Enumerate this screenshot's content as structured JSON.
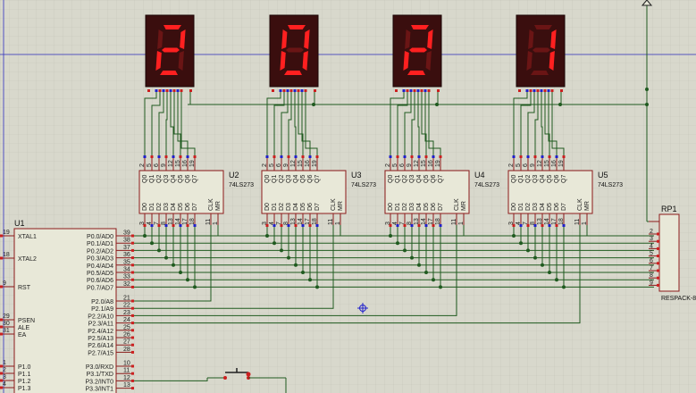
{
  "display_digits": [
    "2",
    "0",
    "2",
    "1"
  ],
  "latches": [
    {
      "ref": "U2",
      "type": "74LS273"
    },
    {
      "ref": "U3",
      "type": "74LS273"
    },
    {
      "ref": "U4",
      "type": "74LS273"
    },
    {
      "ref": "U5",
      "type": "74LS273"
    }
  ],
  "latch_top_pins": [
    "Q0",
    "Q1",
    "Q2",
    "Q3",
    "Q4",
    "Q5",
    "Q6",
    "Q7"
  ],
  "latch_top_nums": [
    "2",
    "5",
    "6",
    "9",
    "12",
    "15",
    "16",
    "19"
  ],
  "latch_bottom_pins": [
    "D0",
    "D1",
    "D2",
    "D3",
    "D4",
    "D5",
    "D6",
    "D7"
  ],
  "latch_bottom_nums": [
    "3",
    "4",
    "7",
    "8",
    "13",
    "14",
    "17",
    "18"
  ],
  "latch_clk": "CLK",
  "latch_mr": "MR",
  "latch_clk_num": "11",
  "latch_mr_num": "1",
  "mcu": {
    "ref": "U1",
    "left_pins": [
      {
        "num": "19",
        "name": "XTAL1"
      },
      {
        "num": "18",
        "name": "XTAL2"
      },
      {
        "num": "9",
        "name": "RST"
      },
      {
        "num": "29",
        "name": "PSEN"
      },
      {
        "num": "30",
        "name": "ALE"
      },
      {
        "num": "31",
        "name": "EA"
      },
      {
        "num": "1",
        "name": "P1.0"
      },
      {
        "num": "2",
        "name": "P1.1"
      },
      {
        "num": "3",
        "name": "P1.2"
      },
      {
        "num": "4",
        "name": "P1.3"
      }
    ],
    "right_pins": [
      {
        "num": "39",
        "name": "P0.0/AD0"
      },
      {
        "num": "38",
        "name": "P0.1/AD1"
      },
      {
        "num": "37",
        "name": "P0.2/AD2"
      },
      {
        "num": "36",
        "name": "P0.3/AD3"
      },
      {
        "num": "35",
        "name": "P0.4/AD4"
      },
      {
        "num": "34",
        "name": "P0.5/AD5"
      },
      {
        "num": "33",
        "name": "P0.6/AD6"
      },
      {
        "num": "32",
        "name": "P0.7/AD7"
      },
      {
        "num": "21",
        "name": "P2.0/A8"
      },
      {
        "num": "22",
        "name": "P2.1/A9"
      },
      {
        "num": "23",
        "name": "P2.2/A10"
      },
      {
        "num": "24",
        "name": "P2.3/A11"
      },
      {
        "num": "25",
        "name": "P2.4/A12"
      },
      {
        "num": "26",
        "name": "P2.5/A13"
      },
      {
        "num": "27",
        "name": "P2.6/A14"
      },
      {
        "num": "28",
        "name": "P2.7/A15"
      },
      {
        "num": "10",
        "name": "P3.0/RXD"
      },
      {
        "num": "11",
        "name": "P3.1/TXD"
      },
      {
        "num": "12",
        "name": "P3.2/INT0"
      },
      {
        "num": "13",
        "name": "P3.3/INT1"
      }
    ]
  },
  "respack": {
    "ref": "RP1",
    "type": "RESPACK-8",
    "pins": [
      "2",
      "3",
      "4",
      "5",
      "6",
      "7",
      "8",
      "9"
    ]
  },
  "colors": {
    "background": "#d8d8cc",
    "grid": "#c4c4b8",
    "wire": "#1f5a1f",
    "component_fill": "#e8e8d8",
    "component_stroke": "#8b1a1a",
    "display_body": "#3a0e0e",
    "segment_on": "#ff2020",
    "segment_off": "#6a1515",
    "pin_red": "#cc2020",
    "pin_blue": "#2020cc",
    "frame_line": "#3030c0"
  }
}
